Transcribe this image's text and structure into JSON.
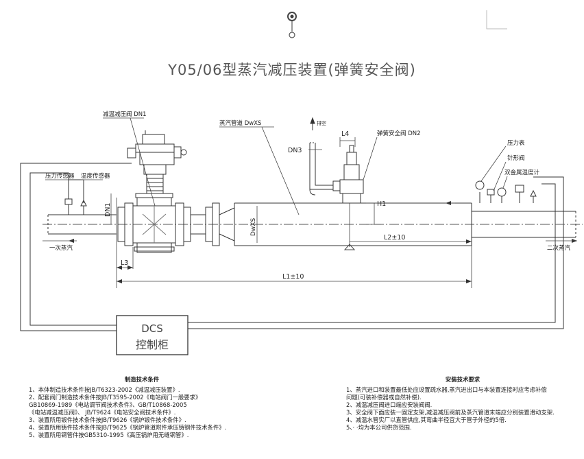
{
  "title": "Y05/06型蒸汽减压装置(弹簧安全阀)",
  "labels": {
    "prv": "减温减压阀 DN1",
    "steam_pipe": "蒸汽管道 DwXS",
    "safety_valve": "弹簧安全阀 DN2",
    "pressure_sensor": "压力传感器",
    "temp_sensor": "温度传感器",
    "pressure_gauge": "压力表",
    "needle_valve": "针形阀",
    "bimetal_thermo": "双金属温度计",
    "primary_steam": "一次蒸汽",
    "secondary_steam": "二次蒸汽",
    "discharge": "排空",
    "dn1": "DN1",
    "dn3": "DN3",
    "l4": "L4",
    "h1": "H1",
    "dwxs": "DwXS",
    "l2": "L2±10",
    "l3": "L3",
    "l1": "L1±10",
    "dcs_line1": "DCS",
    "dcs_line2": "控制柜"
  },
  "mfg_notes": {
    "heading": "制造技术条件",
    "lines": [
      "1、本体制造技术条件按JB/T6323-2002《减温减压装置》.",
      "2、配套阀门制造技术条件按JB/T3595-2002《电站阀门一般要求》",
      "   GB10869-1989《电站调节阀技术条件》、GB/T10868-2005",
      "   《电站减温减压阀》、 JB/T9624《电站安全阀技术条件》.",
      "3、装置所用锻件技术条件按JB/T9626《锅炉锻件技术条件》.",
      "4、装置所用铸件技术条件按JB/T9625《锅炉管道附件承压铸钢件技术条件》.",
      "5、装置所用钢管件按GB5310-1995《高压锅炉用无缝钢管》."
    ]
  },
  "install_notes": {
    "heading": "安装技术要求",
    "lines": [
      "1、蒸汽进口和装置最低处应设置疏水器,蒸汽进出口与本装置连接时应考虑补偿",
      "   问题(可装补偿器或自然补偿).",
      "2、减温减压阀进口端应安装阀阀.",
      "3、安全阀下面应装一固定支架,减温减压阀前及蒸汽管道末端应分别装置滑动支架.",
      "4、减温水管实厂以直管供应,其弯曲半径宜大于管子外径的5倍.",
      "5、· ·均为本公司供货范围."
    ]
  }
}
